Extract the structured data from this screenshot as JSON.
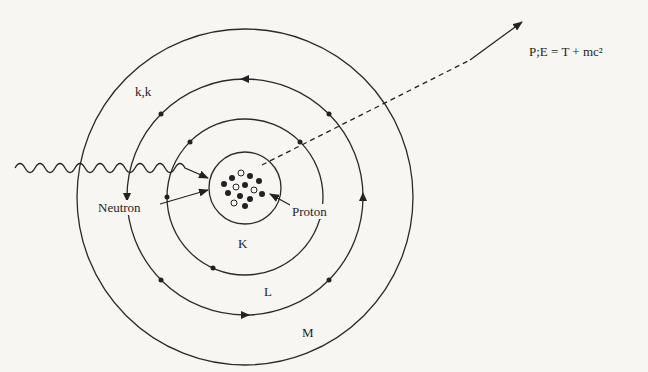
{
  "diagram": {
    "labels": [
      "k,k",
      "P;E = T + mc²",
      "Neutron",
      "Proton",
      "K",
      "L",
      "M"
    ]
  }
}
